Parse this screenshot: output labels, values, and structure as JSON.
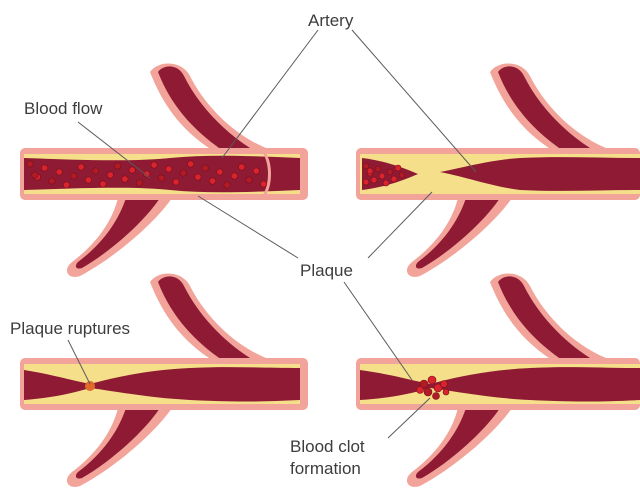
{
  "labels": {
    "artery": "Artery",
    "blood_flow": "Blood flow",
    "plaque": "Plaque",
    "plaque_ruptures": "Plaque ruptures",
    "blood_clot_line1": "Blood clot",
    "blood_clot_line2": "formation"
  },
  "colors": {
    "vessel_wall": "#f2a49a",
    "vessel_wall_edge": "#e5847a",
    "lumen": "#8e1a33",
    "lumen_dark": "#6d1127",
    "plaque": "#f5df8a",
    "plaque_light": "#fbf0b6",
    "blood_cell": "#d9232d",
    "blood_cell_dark": "#b01b25",
    "leader_line": "#5a5a5a"
  },
  "panels": [
    {
      "id": "normal-flow",
      "stage": "blood flow"
    },
    {
      "id": "plaque-buildup",
      "stage": "plaque narrowing"
    },
    {
      "id": "plaque-rupture",
      "stage": "plaque ruptures"
    },
    {
      "id": "clot-formation",
      "stage": "blood clot formation"
    }
  ]
}
